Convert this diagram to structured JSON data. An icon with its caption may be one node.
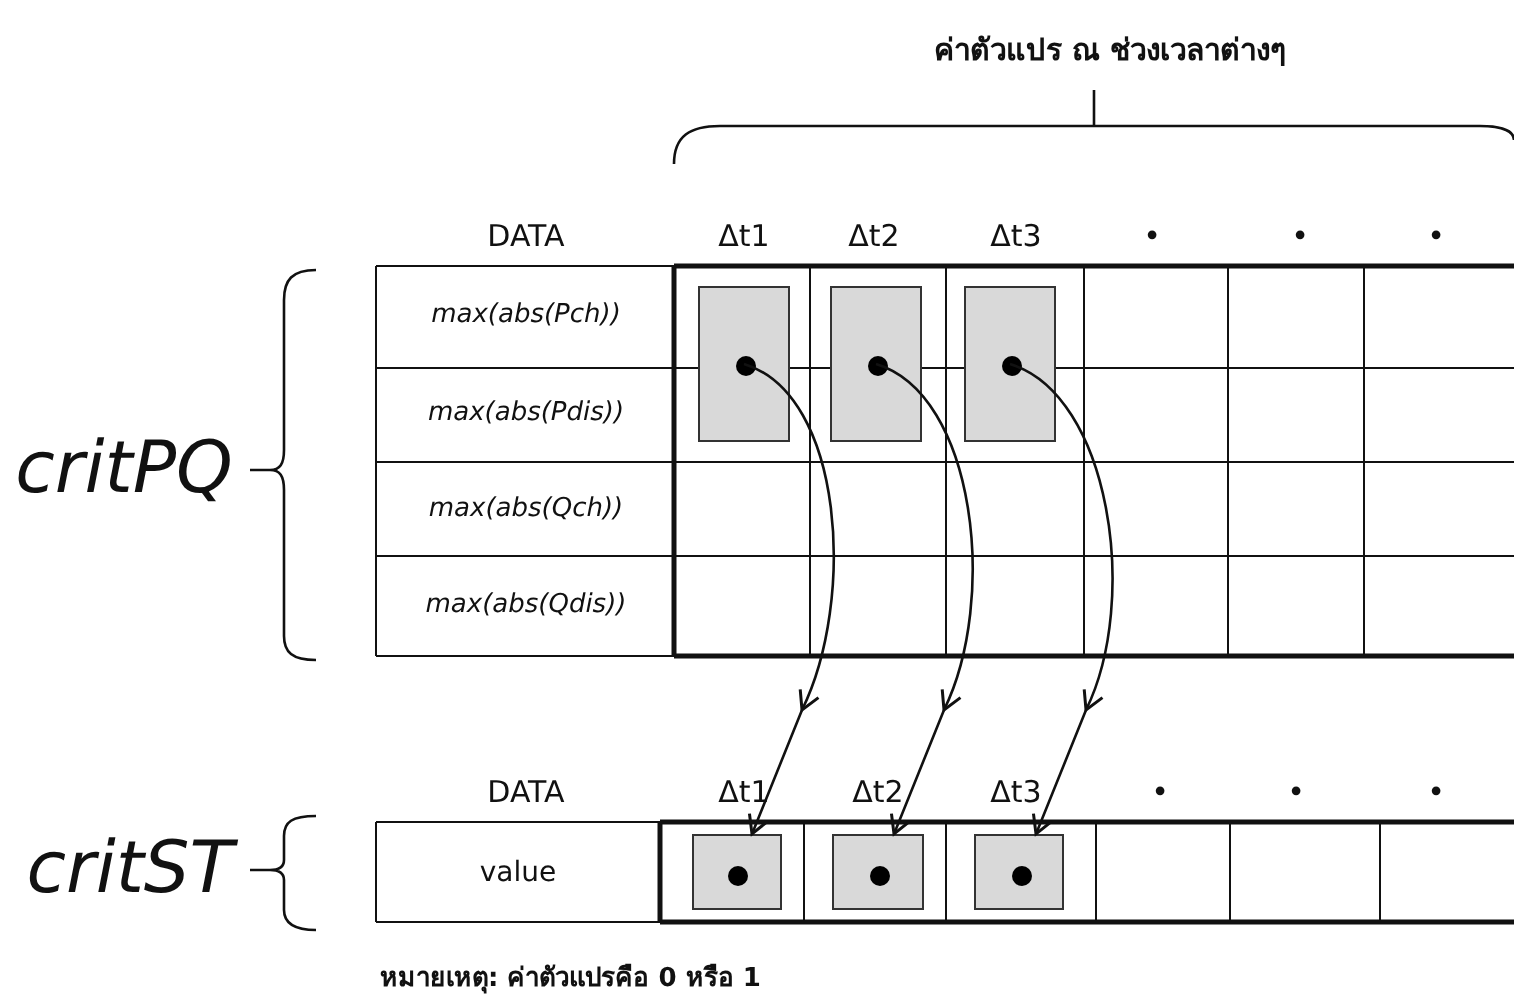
{
  "diagram": {
    "nodes": [
      {
        "text": [],
        "shape": "box"
      },
      {
        "text": [],
        "shape": "box"
      },
      {
        "text": [],
        "shape": "box"
      },
      {
        "text": [],
        "shape": "box"
      },
      {
        "text": [],
        "shape": "box"
      },
      {
        "text": [],
        "shape": "box"
      }
    ],
    "edges": [
      {
        "from": 0,
        "to": 3,
        "arrow": "to"
      },
      {
        "from": 1,
        "to": 4,
        "arrow": "to"
      },
      {
        "from": 2,
        "to": 5,
        "arrow": "to"
      }
    ],
    "labels": [
      "ค่าตัวแปร ณ ช่วงเวลาต่างๆ",
      "DATA",
      "Δt1",
      "Δt2",
      "Δt3",
      "•",
      "•",
      "•",
      "critPQ",
      "max(abs(Pch))",
      "max(abs(Pdis))",
      "max(abs(Qch))",
      "max(abs(Qdis))",
      "DATA",
      "Δt1",
      "Δt2",
      "Δt3",
      "•",
      "•",
      "•",
      "critST",
      "value",
      "หมายเหตุ: ค่าตัวแปรคือ 0 หรือ 1"
    ]
  }
}
